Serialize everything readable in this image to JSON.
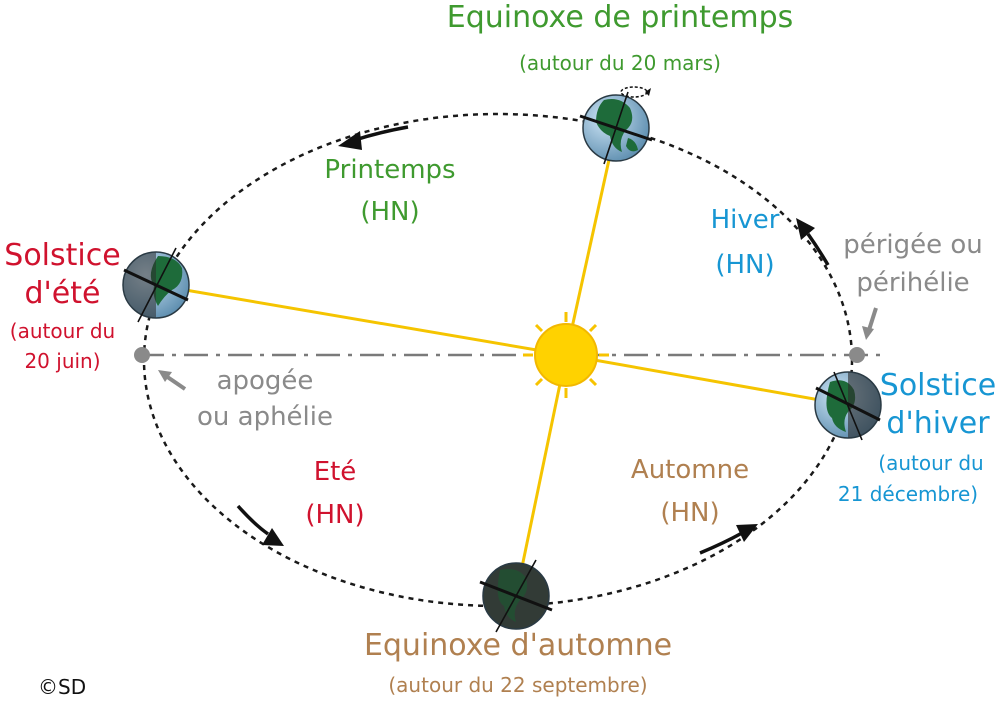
{
  "colors": {
    "spring": "#3f9a2f",
    "summer": "#d0122e",
    "autumn": "#b08050",
    "winter": "#1796d3",
    "grey": "#8a8a8a",
    "sun_line": "#f5c400",
    "sun": "#ffd400",
    "orbit": "#1a1a1a"
  },
  "spring_equinox": {
    "title": "Equinoxe de printemps",
    "date": "(autour du 20 mars)"
  },
  "summer_solstice": {
    "line1": "Solstice",
    "line2": "d'été",
    "date1": "(autour du",
    "date2": "20 juin)"
  },
  "winter_solstice": {
    "line1": "Solstice",
    "line2": "d'hiver",
    "date1": "(autour du",
    "date2": "21 décembre)"
  },
  "autumn_equinox": {
    "title": "Equinoxe d'automne",
    "date": "(autour du 22 septembre)"
  },
  "seasons": {
    "spring": {
      "name": "Printemps",
      "hemisphere": "(HN)"
    },
    "winter": {
      "name": "Hiver",
      "hemisphere": "(HN)"
    },
    "summer": {
      "name": "Eté",
      "hemisphere": "(HN)"
    },
    "autumn": {
      "name": "Automne",
      "hemisphere": "(HN)"
    }
  },
  "perigee": {
    "line1": "périgée ou",
    "line2": "périhélie"
  },
  "apogee": {
    "line1": "apogée",
    "line2": "ou aphélie"
  },
  "copyright": "©SD",
  "icons": [
    "sun-icon",
    "earth-globe-icon",
    "orbit-arrow-icon",
    "rotation-arrow-icon"
  ]
}
